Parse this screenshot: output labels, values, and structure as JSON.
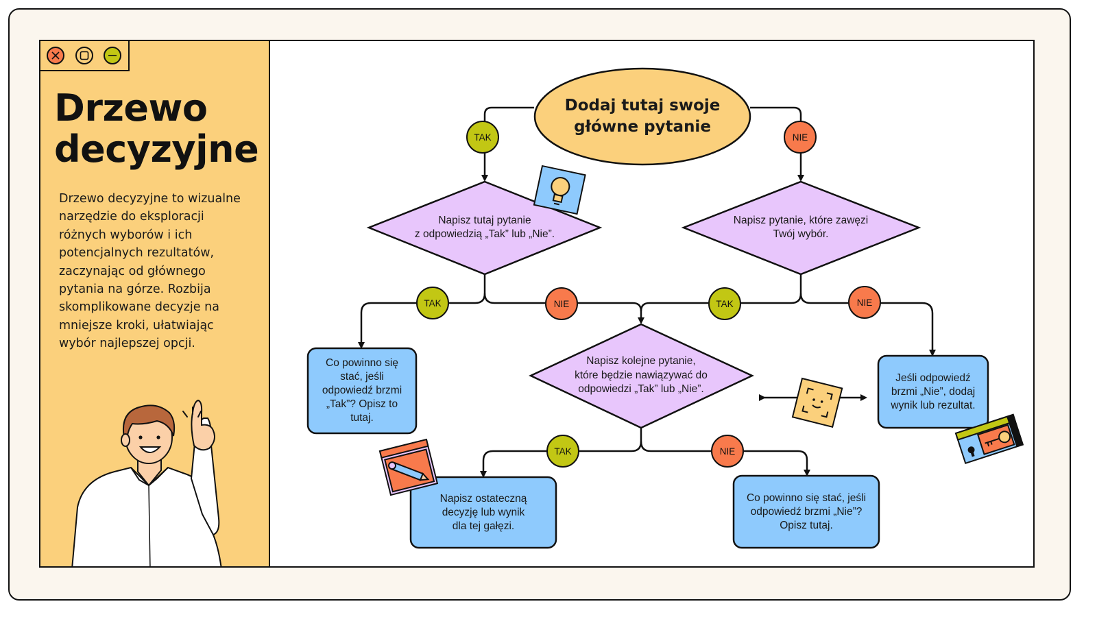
{
  "window_controls": [
    {
      "name": "close",
      "color": "#f87a4c",
      "symbol": "×"
    },
    {
      "name": "maximize",
      "color": "#fbd07c",
      "symbol": "□"
    },
    {
      "name": "minimize",
      "color": "#c2c714",
      "symbol": "−"
    }
  ],
  "sidebar": {
    "title": "Drzewo decyzyjne",
    "description": "Drzewo decyzyjne to wizualne narzędzie do eksploracji różnych wyborów i ich potencjalnych rezultatów, zaczynając od głównego pytania na górze. Rozbija skomplikowane decyzje na mniejsze kroki, ułatwiając wybór najlepszej opcji."
  },
  "colors": {
    "sidebar_bg": "#fbd07c",
    "oval": "#fbd07c",
    "diamond": "#e8c6fc",
    "box": "#8ecafd",
    "tak_badge": "#c2c714",
    "nie_badge": "#f87a4c"
  },
  "tree": {
    "root": "Dodaj tutaj swoje\ngłówne pytanie",
    "q_left": "Napisz tutaj pytanie\nz odpowiedzią „Tak” lub „Nie”.",
    "q_right": "Napisz pytanie, które zawęzi\nTwój wybór.",
    "q_middle": "Napisz kolejne pytanie,\nktóre będzie nawiązywać do\nodpowiedzi „Tak” lub „Nie”.",
    "box_left": "Co powinno się\nstać, jeśli\nodpowiedź brzmi\n„Tak”? Opisz to\ntutaj.",
    "box_right": "Jeśli odpowiedź\nbrzmi „Nie”, dodaj\nwynik lub rezultat.",
    "box_bottom_left": "Napisz ostateczną\ndecyzję lub wynik\ndla tej gałęzi.",
    "box_bottom_right": "Co powinno się stać, jeśli\nodpowiedź brzmi „Nie”?\nOpisz tutaj.",
    "yes_label": "TAK",
    "no_label": "NIE"
  },
  "stickers": [
    "lightbulb-icon",
    "face-id-icon",
    "pencil-icon",
    "key-icon"
  ]
}
